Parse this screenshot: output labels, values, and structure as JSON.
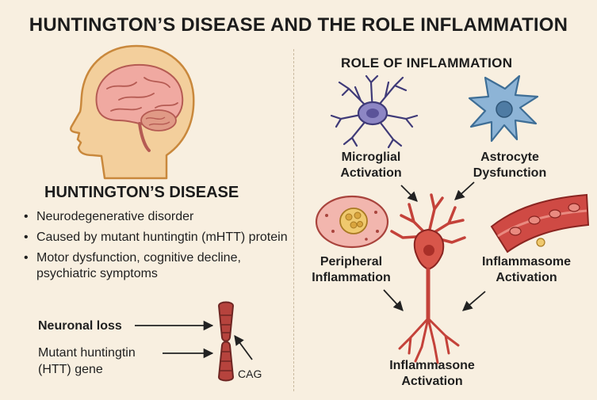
{
  "title": "HUNTINGTON’S DISEASE AND THE ROLE INFLAMMATION",
  "left": {
    "heading": "HUNTINGTON’S DISEASE",
    "bullets": [
      "Neurodegenerative disorder",
      "Caused by mutant huntingtin (mHTT) protein",
      "Motor dysfunction, cognitive decline, psychiatric symptoms"
    ],
    "labels": {
      "neuronal_loss": "Neuronal loss",
      "mutant_gene_line1": "Mutant huntingtin",
      "mutant_gene_line2": "(HTT) gene",
      "cag": "CAG"
    }
  },
  "right": {
    "heading": "ROLE OF INFLAMMATION",
    "microglial": [
      "Microglial",
      "Activation"
    ],
    "astrocyte": [
      "Astrocyte",
      "Dysfunction"
    ],
    "peripheral": [
      "Peripheral",
      "Inflammation"
    ],
    "inflammasome": [
      "Inflammasome",
      "Activation"
    ],
    "bottom": [
      "Inflammasone",
      "Activation"
    ]
  },
  "colors": {
    "background": "#f8efe0",
    "head": "#f3cf9c",
    "brain": "#f0a9a1",
    "microglia": "#8d86c4",
    "astrocyte": "#8db4d6",
    "neuron": "#d8564a",
    "vessel": "#cf4a44",
    "chromosome": "#b6433d"
  },
  "icons": [
    "head-brain-icon",
    "chromosome-icon",
    "microglia-icon",
    "astrocyte-icon",
    "neuron-icon",
    "immune-cell-icon",
    "blood-vessel-icon"
  ]
}
